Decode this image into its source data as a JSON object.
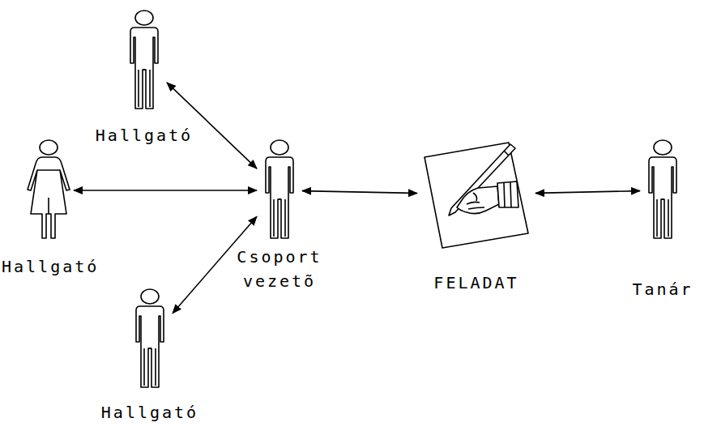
{
  "diagram": {
    "nodes": [
      {
        "text": [
          "Hallgató"
        ]
      },
      {
        "text": [
          "Hallgató"
        ]
      },
      {
        "text": [
          "Csoport vezetõ"
        ]
      },
      {
        "text": [
          "FELADAT"
        ]
      },
      {
        "text": [
          "Tanár"
        ]
      },
      {
        "text": [
          "Hallgató"
        ]
      }
    ],
    "edges": [
      {
        "from": 0,
        "to": 2,
        "arrow": "both"
      },
      {
        "from": 1,
        "to": 2,
        "arrow": "both"
      },
      {
        "from": 5,
        "to": 2,
        "arrow": "both"
      },
      {
        "from": 2,
        "to": 3,
        "arrow": "both"
      },
      {
        "from": 3,
        "to": 4,
        "arrow": "both"
      }
    ]
  }
}
